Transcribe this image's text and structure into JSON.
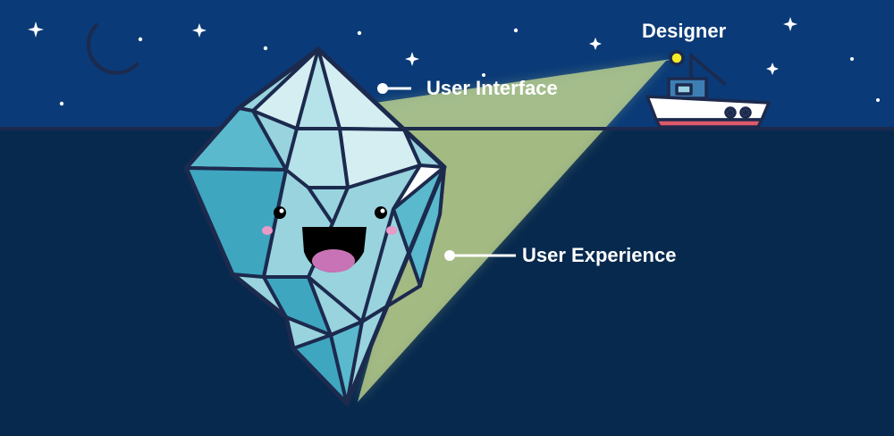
{
  "labels": {
    "designer": "Designer",
    "user_interface": "User Interface",
    "user_experience": "User Experience"
  },
  "colors": {
    "sky": "#0a3a77",
    "sea": "#07294e",
    "ice_light": "#d4eef2",
    "ice_mid": "#99d3de",
    "ice_dark": "#3fa6c0",
    "outline": "#1c2a4e",
    "light_beam": "#c8dc90",
    "blush": "#e89ac8",
    "boat_hull": "#ffffff",
    "boat_stripe": "#e05a6a",
    "lamp": "#f4ea25"
  }
}
